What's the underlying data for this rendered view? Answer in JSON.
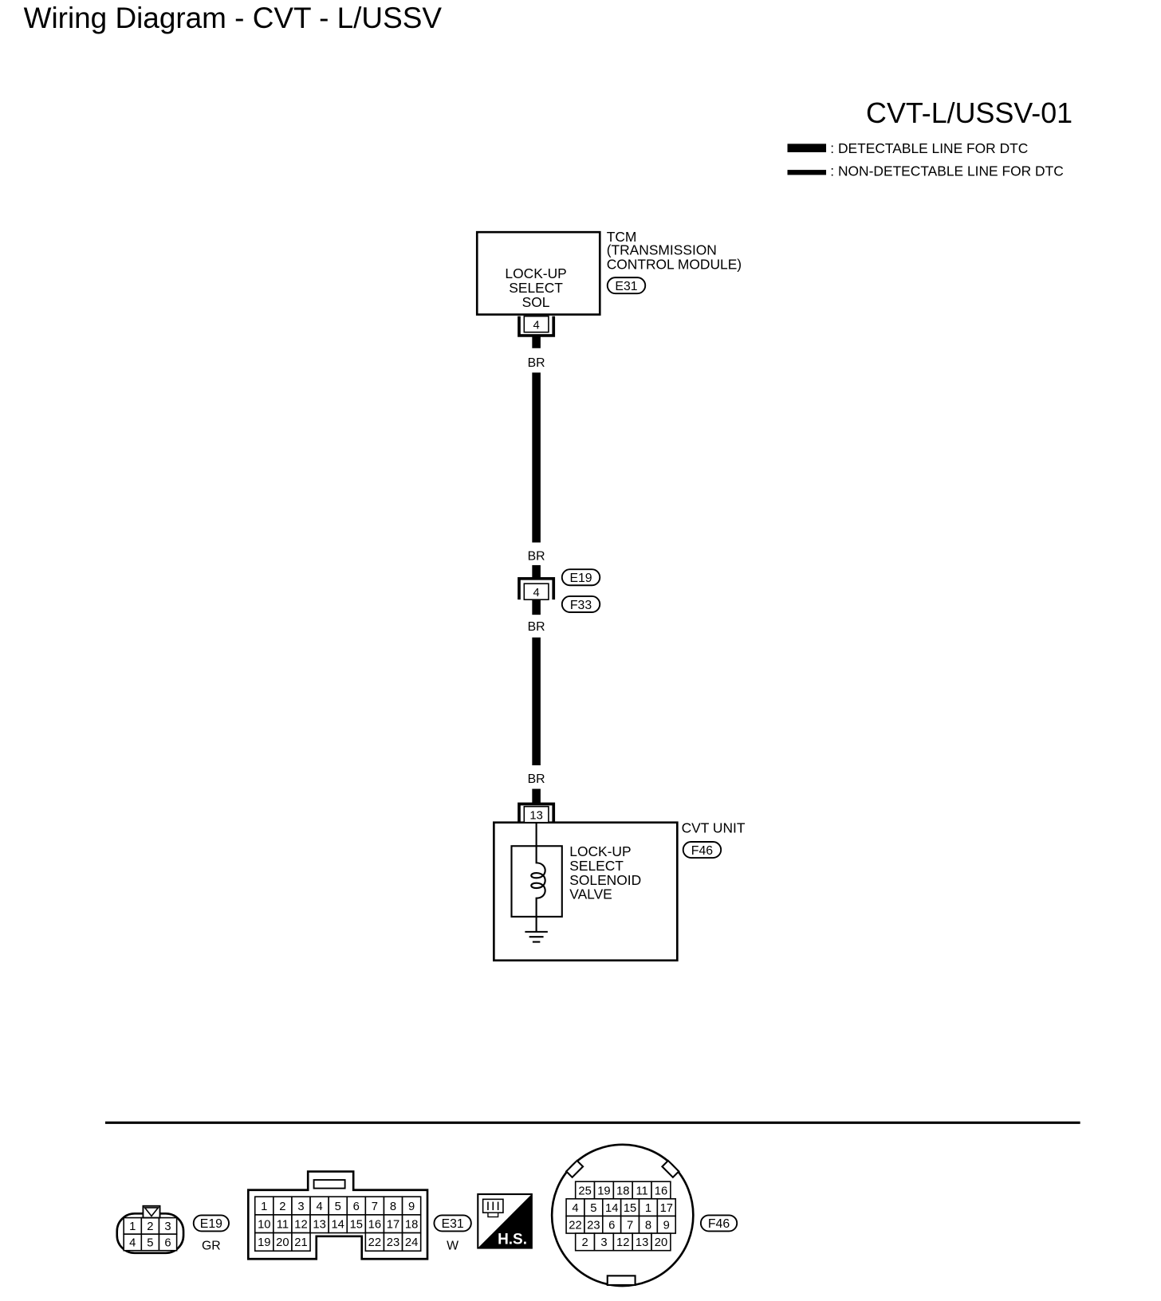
{
  "title": "Wiring Diagram - CVT - L/USSV",
  "diagram_id": "CVT-L/USSV-01",
  "legend": {
    "detectable": ": DETECTABLE LINE FOR DTC",
    "non_detectable": ": NON-DETECTABLE LINE FOR DTC"
  },
  "tcm": {
    "box_lines": [
      "LOCK-UP",
      "SELECT",
      "SOL"
    ],
    "label_lines": [
      "TCM",
      "(TRANSMISSION",
      "CONTROL MODULE)"
    ],
    "connector": "E31",
    "pin": "4"
  },
  "wire_labels": [
    "BR",
    "BR",
    "BR",
    "BR"
  ],
  "joint_connector": {
    "connectors": [
      "E19",
      "F33"
    ],
    "pin": "4"
  },
  "cvt_unit": {
    "label": "CVT UNIT",
    "connector": "F46",
    "pin": "13",
    "valve_lines": [
      "LOCK-UP",
      "SELECT",
      "SOLENOID",
      "VALVE"
    ]
  },
  "connector_views": {
    "e19": {
      "name": "E19",
      "color_code": "GR",
      "pins": [
        [
          "1",
          "2",
          "3"
        ],
        [
          "4",
          "5",
          "6"
        ]
      ]
    },
    "e31": {
      "name": "E31",
      "color_code": "W",
      "pins": [
        [
          "1",
          "2",
          "3",
          "4",
          "5",
          "6",
          "7",
          "8",
          "9"
        ],
        [
          "10",
          "11",
          "12",
          "13",
          "14",
          "15",
          "16",
          "17",
          "18"
        ],
        [
          "19",
          "20",
          "21",
          "22",
          "23",
          "24"
        ]
      ]
    },
    "hs": {
      "label": "H.S."
    },
    "f46": {
      "name": "F46",
      "pins": [
        [
          "25",
          "19",
          "18",
          "11",
          "16"
        ],
        [
          "4",
          "5",
          "14",
          "15",
          "1",
          "17"
        ],
        [
          "22",
          "23",
          "6",
          "7",
          "8",
          "9"
        ],
        [
          "2",
          "3",
          "12",
          "13",
          "20"
        ]
      ]
    }
  },
  "colors": {
    "ink": "#000000",
    "paper": "#ffffff"
  },
  "icons": {
    "hs_badge": "harness-side-icon",
    "ground": "ground-icon",
    "coil": "solenoid-coil-icon"
  }
}
